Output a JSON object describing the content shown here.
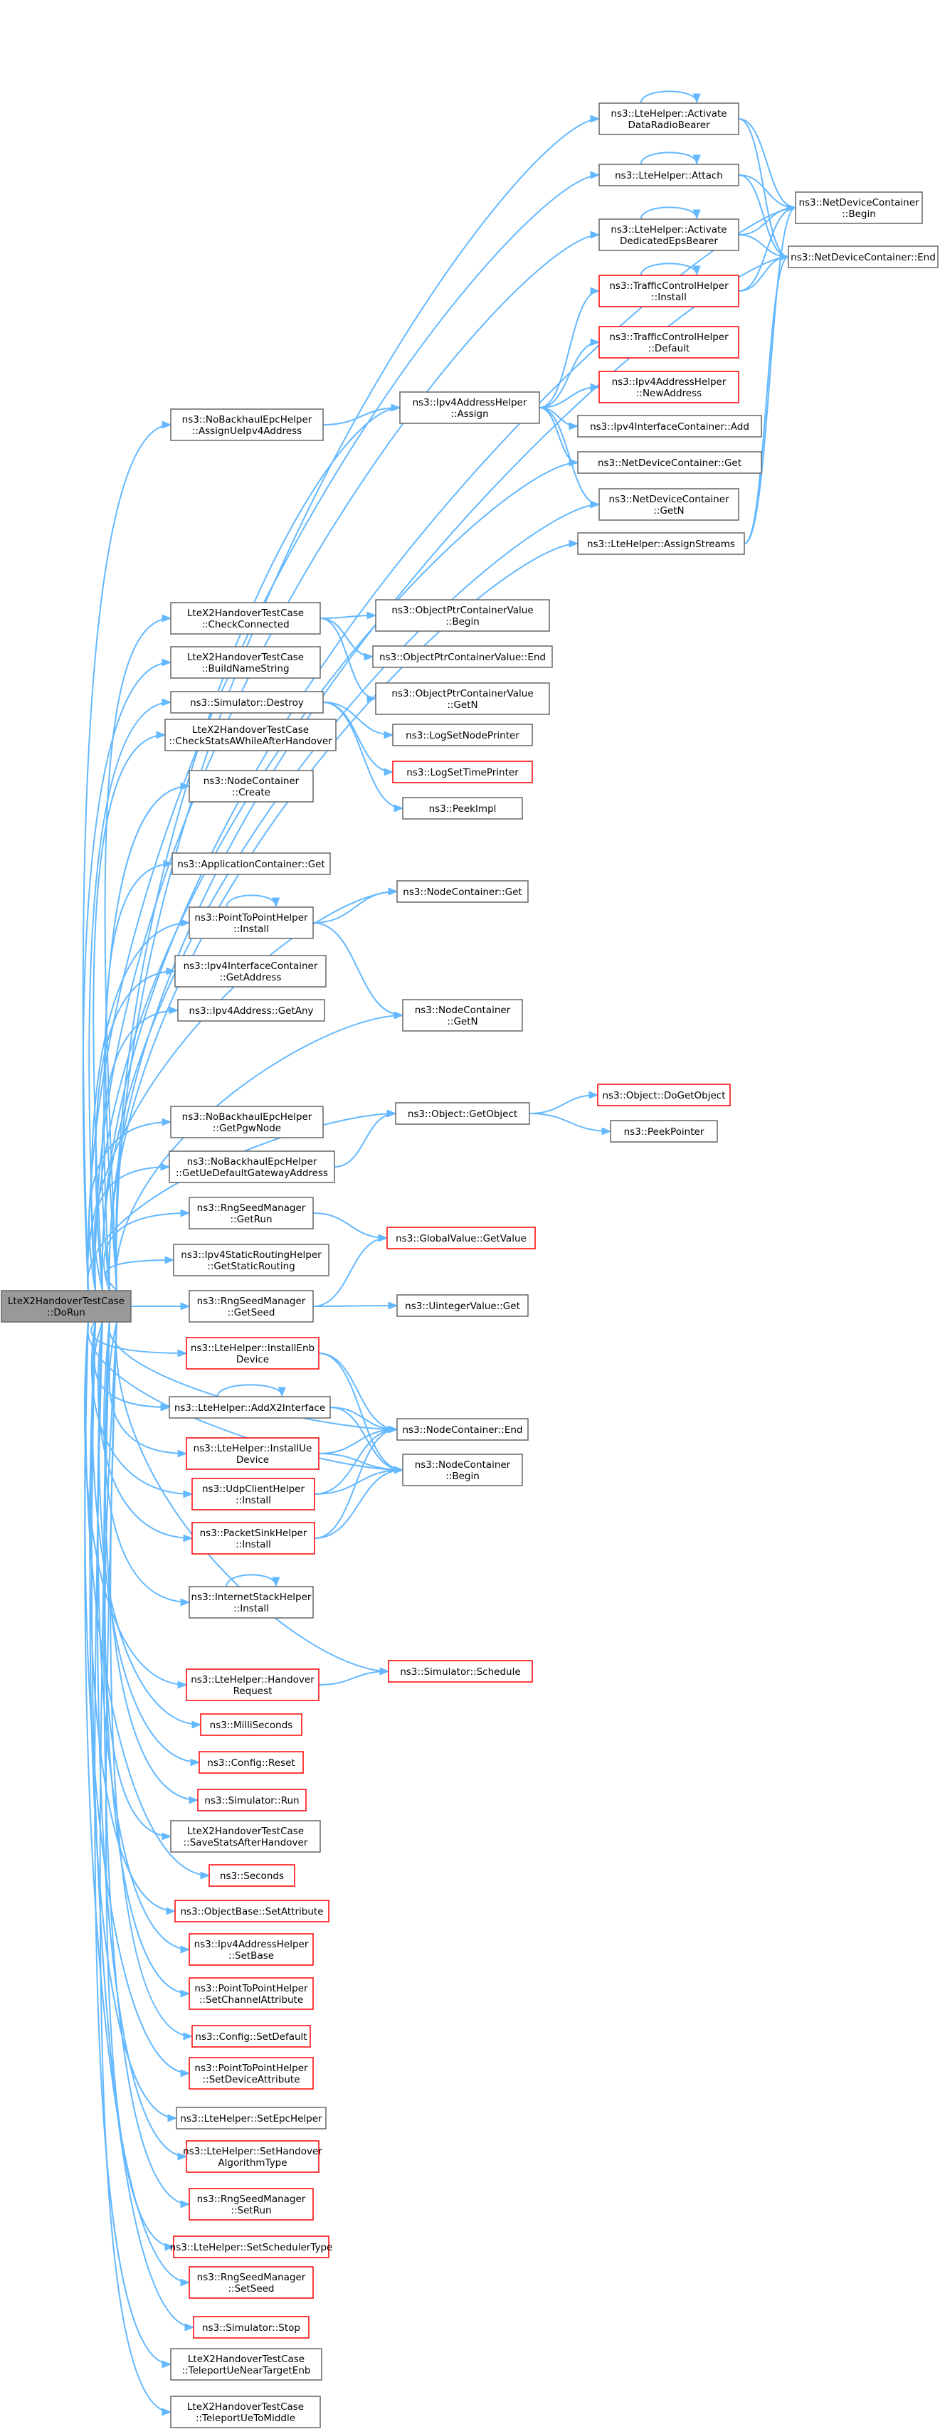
{
  "nodes": [
    {
      "id": "root",
      "lines": [
        "LteX2HandoverTestCase",
        "::DoRun"
      ],
      "style": "root"
    },
    {
      "id": "act_drb",
      "lines": [
        "ns3::LteHelper::Activate",
        "DataRadioBearer"
      ],
      "style": "black"
    },
    {
      "id": "attach",
      "lines": [
        "ns3::LteHelper::Attach"
      ],
      "style": "black"
    },
    {
      "id": "act_deb",
      "lines": [
        "ns3::LteHelper::Activate",
        "DedicatedEpsBearer"
      ],
      "style": "black"
    },
    {
      "id": "ndc_begin",
      "lines": [
        "ns3::NetDeviceContainer",
        "::Begin"
      ],
      "style": "black"
    },
    {
      "id": "ndc_end",
      "lines": [
        "ns3::NetDeviceContainer::End"
      ],
      "style": "black"
    },
    {
      "id": "tch_install",
      "lines": [
        "ns3::TrafficControlHelper",
        "::Install"
      ],
      "style": "red"
    },
    {
      "id": "tch_default",
      "lines": [
        "ns3::TrafficControlHelper",
        "::Default"
      ],
      "style": "red"
    },
    {
      "id": "ipv4h_newaddr",
      "lines": [
        "ns3::Ipv4AddressHelper",
        "::NewAddress"
      ],
      "style": "red"
    },
    {
      "id": "ipv4ic_add",
      "lines": [
        "ns3::Ipv4InterfaceContainer::Add"
      ],
      "style": "black"
    },
    {
      "id": "ndc_get",
      "lines": [
        "ns3::NetDeviceContainer::Get"
      ],
      "style": "black"
    },
    {
      "id": "ndc_getn",
      "lines": [
        "ns3::NetDeviceContainer",
        "::GetN"
      ],
      "style": "black"
    },
    {
      "id": "ipv4h_assign",
      "lines": [
        "ns3::Ipv4AddressHelper",
        "::Assign"
      ],
      "style": "black"
    },
    {
      "id": "nobh_assign",
      "lines": [
        "ns3::NoBackhaulEpcHelper",
        "::AssignUeIpv4Address"
      ],
      "style": "black"
    },
    {
      "id": "lte_assignstreams",
      "lines": [
        "ns3::LteHelper::AssignStreams"
      ],
      "style": "black"
    },
    {
      "id": "tc_checkconn",
      "lines": [
        "LteX2HandoverTestCase",
        "::CheckConnected"
      ],
      "style": "black"
    },
    {
      "id": "opcv_begin",
      "lines": [
        "ns3::ObjectPtrContainerValue",
        "::Begin"
      ],
      "style": "black"
    },
    {
      "id": "opcv_end",
      "lines": [
        "ns3::ObjectPtrContainerValue::End"
      ],
      "style": "black"
    },
    {
      "id": "opcv_getn",
      "lines": [
        "ns3::ObjectPtrContainerValue",
        "::GetN"
      ],
      "style": "black"
    },
    {
      "id": "tc_buildname",
      "lines": [
        "LteX2HandoverTestCase",
        "::BuildNameString"
      ],
      "style": "black"
    },
    {
      "id": "sim_destroy",
      "lines": [
        "ns3::Simulator::Destroy"
      ],
      "style": "black"
    },
    {
      "id": "log_node",
      "lines": [
        "ns3::LogSetNodePrinter"
      ],
      "style": "black"
    },
    {
      "id": "log_time",
      "lines": [
        "ns3::LogSetTimePrinter"
      ],
      "style": "red"
    },
    {
      "id": "peekimpl",
      "lines": [
        "ns3::PeekImpl"
      ],
      "style": "black"
    },
    {
      "id": "tc_checkstats",
      "lines": [
        "LteX2HandoverTestCase",
        "::CheckStatsAWhileAfterHandover"
      ],
      "style": "black"
    },
    {
      "id": "nc_create",
      "lines": [
        "ns3::NodeContainer",
        "::Create"
      ],
      "style": "black"
    },
    {
      "id": "appc_get",
      "lines": [
        "ns3::ApplicationContainer::Get"
      ],
      "style": "black"
    },
    {
      "id": "nc_get",
      "lines": [
        "ns3::NodeContainer::Get"
      ],
      "style": "black"
    },
    {
      "id": "p2p_install",
      "lines": [
        "ns3::PointToPointHelper",
        "::Install"
      ],
      "style": "black"
    },
    {
      "id": "ipv4ic_getaddr",
      "lines": [
        "ns3::Ipv4InterfaceContainer",
        "::GetAddress"
      ],
      "style": "black"
    },
    {
      "id": "ipv4a_getany",
      "lines": [
        "ns3::Ipv4Address::GetAny"
      ],
      "style": "black"
    },
    {
      "id": "nc_getn",
      "lines": [
        "ns3::NodeContainer",
        "::GetN"
      ],
      "style": "black"
    },
    {
      "id": "obj_getobject",
      "lines": [
        "ns3::Object::GetObject"
      ],
      "style": "black"
    },
    {
      "id": "obj_dogetobject",
      "lines": [
        "ns3::Object::DoGetObject"
      ],
      "style": "red"
    },
    {
      "id": "peekpointer",
      "lines": [
        "ns3::PeekPointer"
      ],
      "style": "black"
    },
    {
      "id": "nobh_getpgw",
      "lines": [
        "ns3::NoBackhaulEpcHelper",
        "::GetPgwNode"
      ],
      "style": "black"
    },
    {
      "id": "nobh_getuegw",
      "lines": [
        "ns3::NoBackhaulEpcHelper",
        "::GetUeDefaultGatewayAddress"
      ],
      "style": "black"
    },
    {
      "id": "rng_getrun",
      "lines": [
        "ns3::RngSeedManager",
        "::GetRun"
      ],
      "style": "black"
    },
    {
      "id": "gv_getvalue",
      "lines": [
        "ns3::GlobalValue::GetValue"
      ],
      "style": "red"
    },
    {
      "id": "ipv4sr_getsr",
      "lines": [
        "ns3::Ipv4StaticRoutingHelper",
        "::GetStaticRouting"
      ],
      "style": "black"
    },
    {
      "id": "rng_getseed",
      "lines": [
        "ns3::RngSeedManager",
        "::GetSeed"
      ],
      "style": "black"
    },
    {
      "id": "uint_get",
      "lines": [
        "ns3::UintegerValue::Get"
      ],
      "style": "black"
    },
    {
      "id": "lte_installenb",
      "lines": [
        "ns3::LteHelper::InstallEnb",
        "Device"
      ],
      "style": "red"
    },
    {
      "id": "lte_addx2",
      "lines": [
        "ns3::LteHelper::AddX2Interface"
      ],
      "style": "black"
    },
    {
      "id": "nc_end",
      "lines": [
        "ns3::NodeContainer::End"
      ],
      "style": "black"
    },
    {
      "id": "lte_installue",
      "lines": [
        "ns3::LteHelper::InstallUe",
        "Device"
      ],
      "style": "red"
    },
    {
      "id": "nc_begin",
      "lines": [
        "ns3::NodeContainer",
        "::Begin"
      ],
      "style": "black"
    },
    {
      "id": "udpc_install",
      "lines": [
        "ns3::UdpClientHelper",
        "::Install"
      ],
      "style": "red"
    },
    {
      "id": "psh_install",
      "lines": [
        "ns3::PacketSinkHelper",
        "::Install"
      ],
      "style": "red"
    },
    {
      "id": "ish_install",
      "lines": [
        "ns3::InternetStackHelper",
        "::Install"
      ],
      "style": "black"
    },
    {
      "id": "lte_hoReq",
      "lines": [
        "ns3::LteHelper::Handover",
        "Request"
      ],
      "style": "red"
    },
    {
      "id": "sim_schedule",
      "lines": [
        "ns3::Simulator::Schedule"
      ],
      "style": "red"
    },
    {
      "id": "millis",
      "lines": [
        "ns3::MilliSeconds"
      ],
      "style": "red"
    },
    {
      "id": "cfg_reset",
      "lines": [
        "ns3::Config::Reset"
      ],
      "style": "red"
    },
    {
      "id": "sim_run",
      "lines": [
        "ns3::Simulator::Run"
      ],
      "style": "red"
    },
    {
      "id": "tc_savestats",
      "lines": [
        "LteX2HandoverTestCase",
        "::SaveStatsAfterHandover"
      ],
      "style": "black"
    },
    {
      "id": "seconds",
      "lines": [
        "ns3::Seconds"
      ],
      "style": "red"
    },
    {
      "id": "ob_setattr",
      "lines": [
        "ns3::ObjectBase::SetAttribute"
      ],
      "style": "red"
    },
    {
      "id": "ipv4h_setbase",
      "lines": [
        "ns3::Ipv4AddressHelper",
        "::SetBase"
      ],
      "style": "red"
    },
    {
      "id": "p2p_setchan",
      "lines": [
        "ns3::PointToPointHelper",
        "::SetChannelAttribute"
      ],
      "style": "red"
    },
    {
      "id": "cfg_setdefault",
      "lines": [
        "ns3::Config::SetDefault"
      ],
      "style": "red"
    },
    {
      "id": "p2p_setdev",
      "lines": [
        "ns3::PointToPointHelper",
        "::SetDeviceAttribute"
      ],
      "style": "red"
    },
    {
      "id": "lte_setepc",
      "lines": [
        "ns3::LteHelper::SetEpcHelper"
      ],
      "style": "black"
    },
    {
      "id": "lte_sethoalg",
      "lines": [
        "ns3::LteHelper::SetHandover",
        "AlgorithmType"
      ],
      "style": "red"
    },
    {
      "id": "rng_setrun",
      "lines": [
        "ns3::RngSeedManager",
        "::SetRun"
      ],
      "style": "red"
    },
    {
      "id": "lte_setsched",
      "lines": [
        "ns3::LteHelper::SetSchedulerType"
      ],
      "style": "red"
    },
    {
      "id": "rng_setseed",
      "lines": [
        "ns3::RngSeedManager",
        "::SetSeed"
      ],
      "style": "red"
    },
    {
      "id": "sim_stop",
      "lines": [
        "ns3::Simulator::Stop"
      ],
      "style": "red"
    },
    {
      "id": "tc_teleNear",
      "lines": [
        "LteX2HandoverTestCase",
        "::TeleportUeNearTargetEnb"
      ],
      "style": "black"
    },
    {
      "id": "tc_teleMid",
      "lines": [
        "LteX2HandoverTestCase",
        "::TeleportUeToMiddle"
      ],
      "style": "black"
    }
  ],
  "edges": [
    [
      "act_drb",
      "act_drb"
    ],
    [
      "attach",
      "attach"
    ],
    [
      "act_deb",
      "act_deb"
    ],
    [
      "tch_install",
      "tch_install"
    ],
    [
      "p2p_install",
      "p2p_install"
    ],
    [
      "lte_addx2",
      "lte_addx2"
    ],
    [
      "ish_install",
      "ish_install"
    ],
    [
      "act_drb",
      "ndc_begin"
    ],
    [
      "act_drb",
      "ndc_end"
    ],
    [
      "attach",
      "ndc_begin"
    ],
    [
      "attach",
      "ndc_end"
    ],
    [
      "act_deb",
      "ndc_begin"
    ],
    [
      "act_deb",
      "ndc_end"
    ],
    [
      "tch_install",
      "ndc_begin"
    ],
    [
      "tch_install",
      "ndc_end"
    ],
    [
      "ipv4h_assign",
      "tch_install"
    ],
    [
      "ipv4h_assign",
      "tch_default"
    ],
    [
      "ipv4h_assign",
      "ipv4h_newaddr"
    ],
    [
      "ipv4h_assign",
      "ipv4ic_add"
    ],
    [
      "ipv4h_assign",
      "ndc_get"
    ],
    [
      "ipv4h_assign",
      "ndc_getn"
    ],
    [
      "nobh_assign",
      "ipv4h_assign"
    ],
    [
      "lte_assignstreams",
      "ndc_begin"
    ],
    [
      "lte_assignstreams",
      "ndc_end"
    ],
    [
      "tc_checkconn",
      "opcv_begin"
    ],
    [
      "tc_checkconn",
      "opcv_end"
    ],
    [
      "tc_checkconn",
      "opcv_getn"
    ],
    [
      "sim_destroy",
      "log_node"
    ],
    [
      "sim_destroy",
      "log_time"
    ],
    [
      "sim_destroy",
      "peekimpl"
    ],
    [
      "p2p_install",
      "nc_get"
    ],
    [
      "p2p_install",
      "nc_getn"
    ],
    [
      "obj_getobject",
      "obj_dogetobject"
    ],
    [
      "obj_getobject",
      "peekpointer"
    ],
    [
      "nobh_getuegw",
      "obj_getobject"
    ],
    [
      "rng_getrun",
      "gv_getvalue"
    ],
    [
      "rng_getseed",
      "gv_getvalue"
    ],
    [
      "rng_getseed",
      "uint_get"
    ],
    [
      "lte_installenb",
      "nc_begin"
    ],
    [
      "lte_installenb",
      "nc_end"
    ],
    [
      "lte_addx2",
      "nc_begin"
    ],
    [
      "lte_addx2",
      "nc_end"
    ],
    [
      "lte_installue",
      "nc_begin"
    ],
    [
      "lte_installue",
      "nc_end"
    ],
    [
      "udpc_install",
      "nc_begin"
    ],
    [
      "udpc_install",
      "nc_end"
    ],
    [
      "psh_install",
      "nc_begin"
    ],
    [
      "psh_install",
      "nc_end"
    ],
    [
      "lte_hoReq",
      "sim_schedule"
    ],
    [
      "root",
      "act_drb"
    ],
    [
      "root",
      "attach"
    ],
    [
      "root",
      "act_deb"
    ],
    [
      "root",
      "ndc_begin"
    ],
    [
      "root",
      "ndc_end"
    ],
    [
      "root",
      "ipv4h_assign"
    ],
    [
      "root",
      "nobh_assign"
    ],
    [
      "root",
      "ndc_get"
    ],
    [
      "root",
      "ndc_getn"
    ],
    [
      "root",
      "lte_assignstreams"
    ],
    [
      "root",
      "tc_checkconn"
    ],
    [
      "root",
      "tc_buildname"
    ],
    [
      "root",
      "sim_destroy"
    ],
    [
      "root",
      "tc_checkstats"
    ],
    [
      "root",
      "nc_create"
    ],
    [
      "root",
      "appc_get"
    ],
    [
      "root",
      "nc_get"
    ],
    [
      "root",
      "p2p_install"
    ],
    [
      "root",
      "ipv4ic_getaddr"
    ],
    [
      "root",
      "ipv4a_getany"
    ],
    [
      "root",
      "nc_getn"
    ],
    [
      "root",
      "obj_getobject"
    ],
    [
      "root",
      "nobh_getpgw"
    ],
    [
      "root",
      "nobh_getuegw"
    ],
    [
      "root",
      "rng_getrun"
    ],
    [
      "root",
      "ipv4sr_getsr"
    ],
    [
      "root",
      "rng_getseed"
    ],
    [
      "root",
      "lte_installenb"
    ],
    [
      "root",
      "lte_addx2"
    ],
    [
      "root",
      "nc_end"
    ],
    [
      "root",
      "lte_installue"
    ],
    [
      "root",
      "nc_begin"
    ],
    [
      "root",
      "udpc_install"
    ],
    [
      "root",
      "psh_install"
    ],
    [
      "root",
      "ish_install"
    ],
    [
      "root",
      "sim_schedule"
    ],
    [
      "root",
      "lte_hoReq"
    ],
    [
      "root",
      "millis"
    ],
    [
      "root",
      "cfg_reset"
    ],
    [
      "root",
      "sim_run"
    ],
    [
      "root",
      "tc_savestats"
    ],
    [
      "root",
      "seconds"
    ],
    [
      "root",
      "ob_setattr"
    ],
    [
      "root",
      "ipv4h_setbase"
    ],
    [
      "root",
      "p2p_setchan"
    ],
    [
      "root",
      "cfg_setdefault"
    ],
    [
      "root",
      "p2p_setdev"
    ],
    [
      "root",
      "lte_setepc"
    ],
    [
      "root",
      "lte_sethoalg"
    ],
    [
      "root",
      "rng_setrun"
    ],
    [
      "root",
      "lte_setsched"
    ],
    [
      "root",
      "rng_setseed"
    ],
    [
      "root",
      "sim_stop"
    ],
    [
      "root",
      "tc_teleNear"
    ],
    [
      "root",
      "tc_teleMid"
    ]
  ],
  "colors": {
    "edge": "#63b8ff",
    "node_border": "#666666",
    "node_border_undocumented": "#ff0000",
    "root_fill": "#999999"
  }
}
